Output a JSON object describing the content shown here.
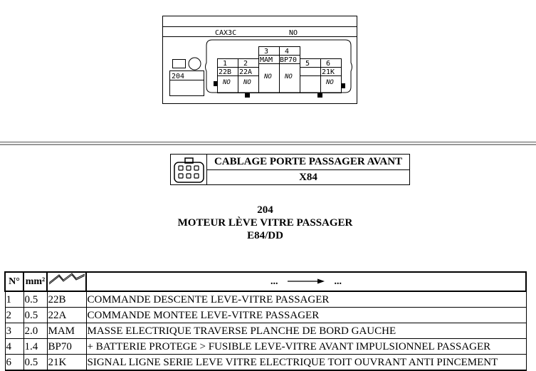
{
  "connector_drawing": {
    "label_left": "CAX3C",
    "label_right": "NO",
    "side_label": "204",
    "top_pins": [
      {
        "number": "3",
        "signal": "MAM",
        "value": "NO"
      },
      {
        "number": "4",
        "signal": "BP70",
        "value": "NO"
      }
    ],
    "bottom_pins": [
      {
        "number": "1",
        "signal": "22B",
        "value": "NO"
      },
      {
        "number": "2",
        "signal": "22A",
        "value": "NO"
      },
      {
        "number": "5",
        "signal": "",
        "value": ""
      },
      {
        "number": "6",
        "signal": "21K",
        "value": "NO"
      }
    ]
  },
  "header": {
    "icon": "connector-icon",
    "title": "CABLAGE PORTE PASSAGER AVANT",
    "code": "X84"
  },
  "component": {
    "number": "204",
    "name": "MOTEUR LÈVE VITRE PASSAGER",
    "reference": "E84/DD"
  },
  "pin_table": {
    "headers": {
      "number": "N°",
      "section": "mm²",
      "wire_icon": "wire-icon",
      "connection_prefix": "...",
      "connection_arrow": "arrow-right-icon",
      "connection_suffix": "..."
    },
    "rows": [
      {
        "number": "1",
        "section": "0.5",
        "wire": "22B",
        "description": "COMMANDE DESCENTE LEVE-VITRE PASSAGER"
      },
      {
        "number": "2",
        "section": "0.5",
        "wire": "22A",
        "description": "COMMANDE MONTEE LEVE-VITRE PASSAGER"
      },
      {
        "number": "3",
        "section": "2.0",
        "wire": "MAM",
        "description": "MASSE ELECTRIQUE TRAVERSE PLANCHE DE BORD GAUCHE"
      },
      {
        "number": "4",
        "section": "1.4",
        "wire": "BP70",
        "description": "+ BATTERIE PROTEGE > FUSIBLE LEVE-VITRE AVANT IMPULSIONNEL PASSAGER"
      },
      {
        "number": "6",
        "section": "0.5",
        "wire": "21K",
        "description": "SIGNAL LIGNE SERIE LEVE VITRE ELECTRIQUE TOIT OUVRANT ANTI PINCEMENT"
      }
    ]
  }
}
